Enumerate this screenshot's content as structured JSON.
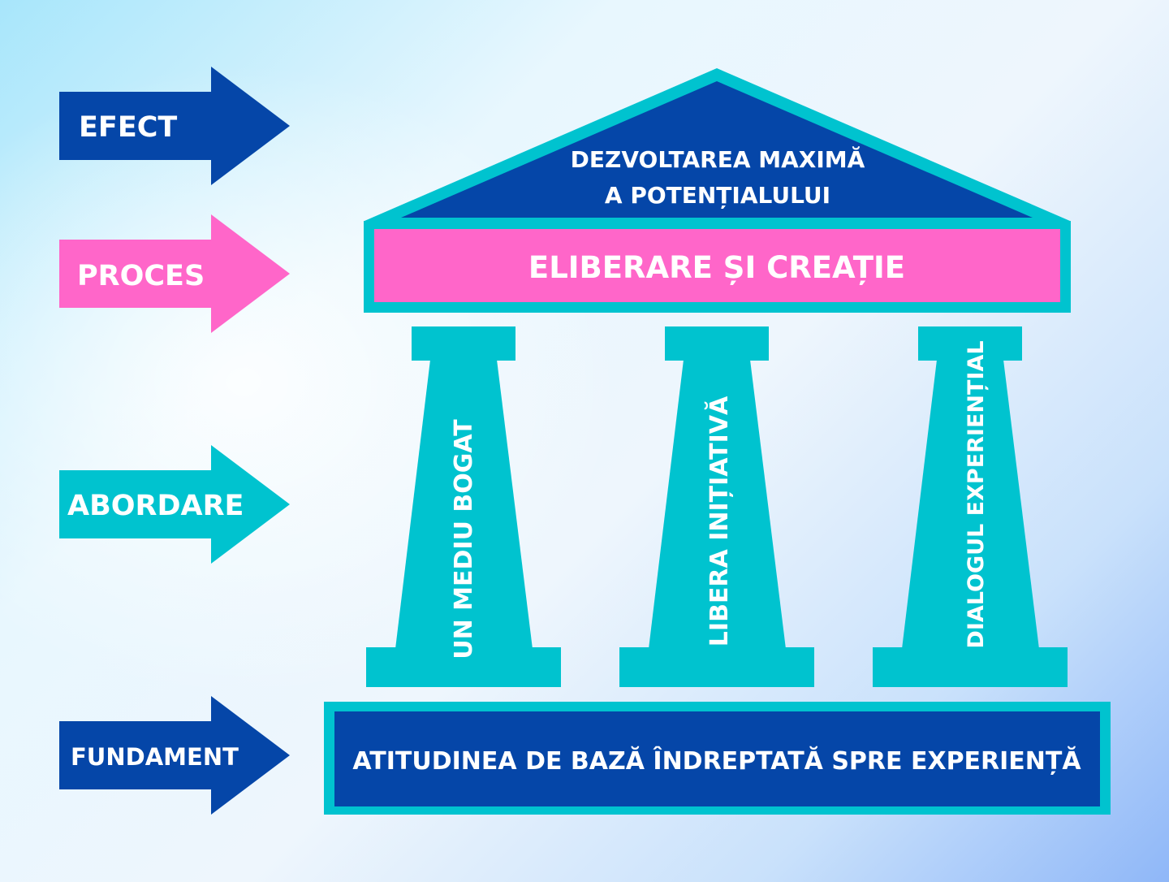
{
  "colors": {
    "navy": "#0546a8",
    "pink": "#ff66c9",
    "teal": "#00c3cf",
    "text": "#ffffff"
  },
  "arrows": [
    {
      "label": "EFECT",
      "color": "#0546a8"
    },
    {
      "label": "PROCES",
      "color": "#ff66c9"
    },
    {
      "label": "ABORDARE",
      "color": "#00c3cf"
    },
    {
      "label": "FUNDAMENT",
      "color": "#0546a8"
    }
  ],
  "roof": {
    "line1": "DEZVOLTAREA MAXIMĂ",
    "line2": "A POTENȚIALULUI"
  },
  "beam": {
    "label": "ELIBERARE ȘI CREAȚIE"
  },
  "pillars": [
    {
      "label": "UN MEDIU BOGAT"
    },
    {
      "label": "LIBERA INIȚIATIVĂ"
    },
    {
      "label": "DIALOGUL EXPERIENȚIAL"
    }
  ],
  "foundation": {
    "label": "ATITUDINEA DE BAZĂ ÎNDREPTATĂ SPRE EXPERIENȚĂ"
  }
}
